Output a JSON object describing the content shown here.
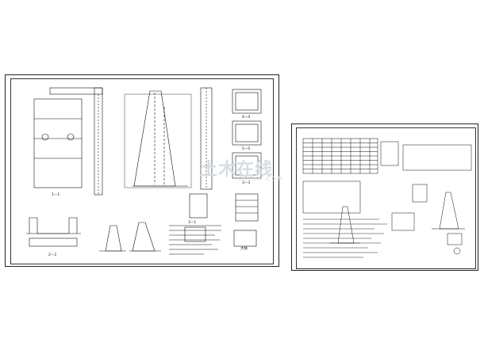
{
  "watermark": {
    "text": "土木在线",
    "sub": "COI88.COM"
  },
  "left_sheet": {
    "section_labels": [
      "1—1",
      "2—2",
      "3—3",
      "4—4",
      "5—5",
      "大样",
      "3—1"
    ]
  },
  "right_sheet": {}
}
